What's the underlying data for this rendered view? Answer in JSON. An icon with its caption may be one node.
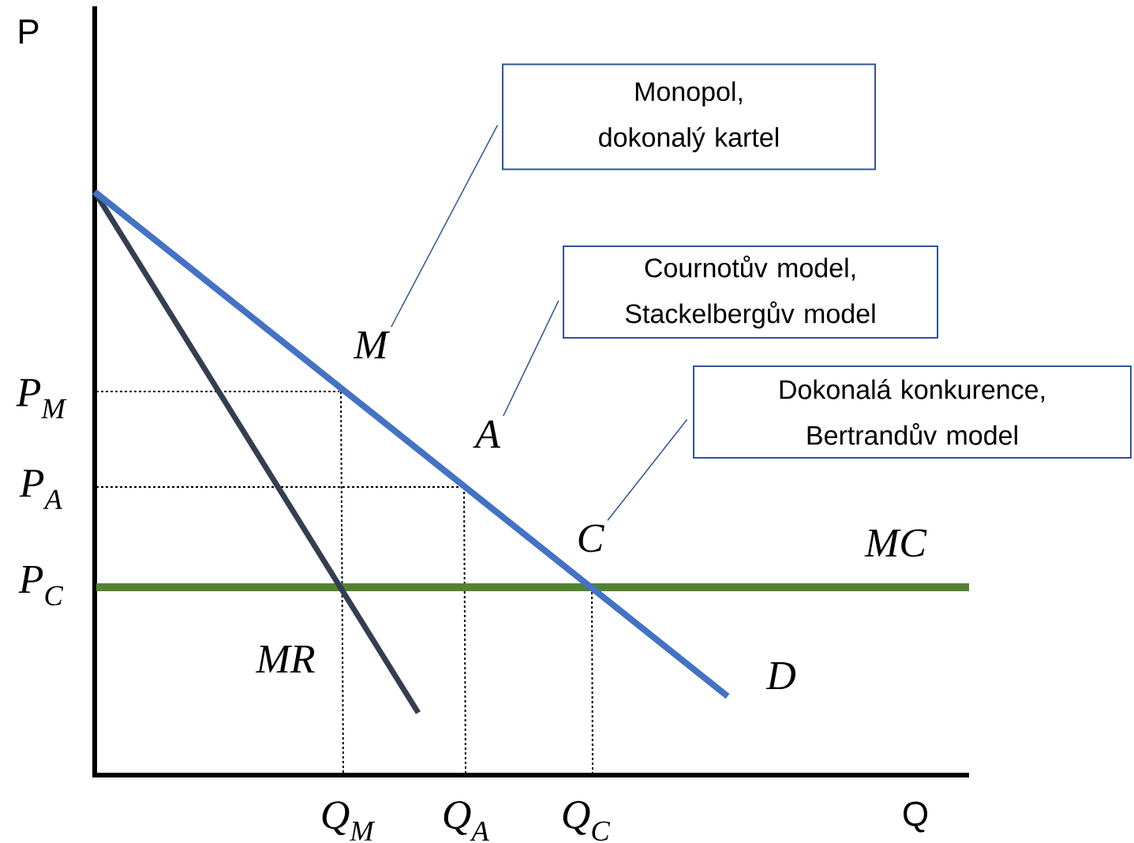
{
  "diagram": {
    "nodes": [
      {
        "text": [
          "Monopol, dokonalý kartel"
        ]
      },
      {
        "text": [
          "Cournotův model, Stackelbergův model"
        ]
      },
      {
        "text": [
          "Dokonalá konkurence, Bertrandův model"
        ]
      },
      {
        "text": [
          "M"
        ]
      },
      {
        "text": [
          "A"
        ]
      },
      {
        "text": [
          "C"
        ]
      }
    ],
    "edges": [
      {
        "from": 0,
        "to": 3,
        "arrow": "none"
      },
      {
        "from": 1,
        "to": 4,
        "arrow": "none"
      },
      {
        "from": 2,
        "to": 5,
        "arrow": "none"
      }
    ],
    "labels": [
      "P",
      "P$_{M}$",
      "P$_{A}$",
      "MC",
      "P$_{C}$",
      "MR",
      "D",
      "Q$_{M}$",
      "Q$_{A}$",
      "Q$_{C}$",
      "Q"
    ]
  }
}
